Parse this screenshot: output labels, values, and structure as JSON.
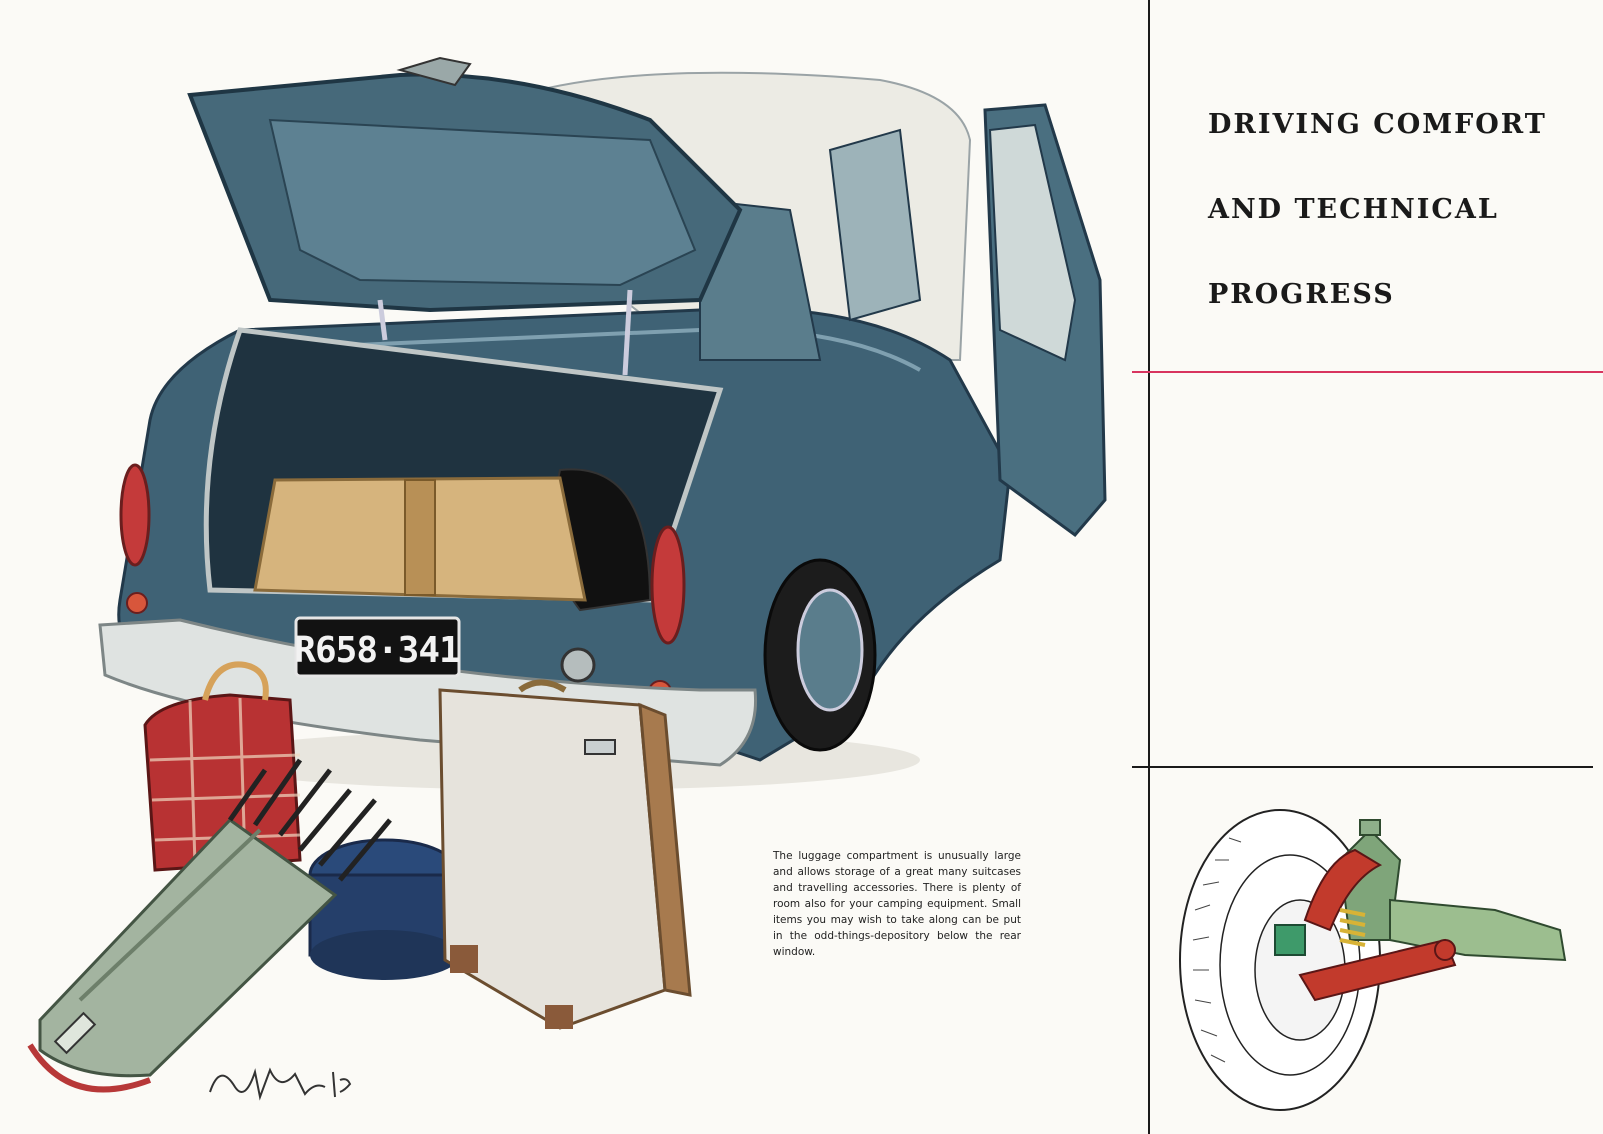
{
  "heading": {
    "line1": "DRIVING COMFORT",
    "line2": "AND TECHNICAL",
    "line3": "PROGRESS"
  },
  "caption": "The luggage compartment is unusually large and allows storage of a great many suitcases and travelling accessories. There is plenty of room also for your camping equipment. Small items you may wish to take along can be put in the odd-things-depository below the rear window.",
  "license_plate": "R658·341",
  "colors": {
    "car_body": "#3f6275",
    "car_roof": "#ecebe4",
    "accent_rule": "#d8345f",
    "suspension_red": "#c23a2c",
    "suspension_green": "#7fa57a"
  }
}
